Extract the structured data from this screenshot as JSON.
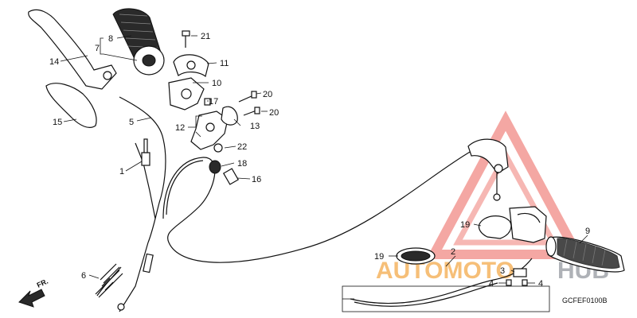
{
  "diagram_code": "GCFEF0100B",
  "direction_label": "FR.",
  "watermark": {
    "text_auto": "AUTOMOTO",
    "text_hub": "HUB",
    "color_red": "#e8443a",
    "color_orange": "#f3a23a",
    "color_gray": "#8a8f96"
  },
  "callouts": {
    "c1": "1",
    "c2": "2",
    "c3": "3",
    "c4a": "4",
    "c4b": "4",
    "c5": "5",
    "c6": "6",
    "c7": "7",
    "c8": "8",
    "c9": "9",
    "c10": "10",
    "c11": "11",
    "c12": "12",
    "c13": "13",
    "c14": "14",
    "c15": "15",
    "c16": "16",
    "c17": "17",
    "c18": "18",
    "c19a": "19",
    "c19b": "19",
    "c20a": "20",
    "c20b": "20",
    "c21": "21",
    "c22": "22"
  }
}
